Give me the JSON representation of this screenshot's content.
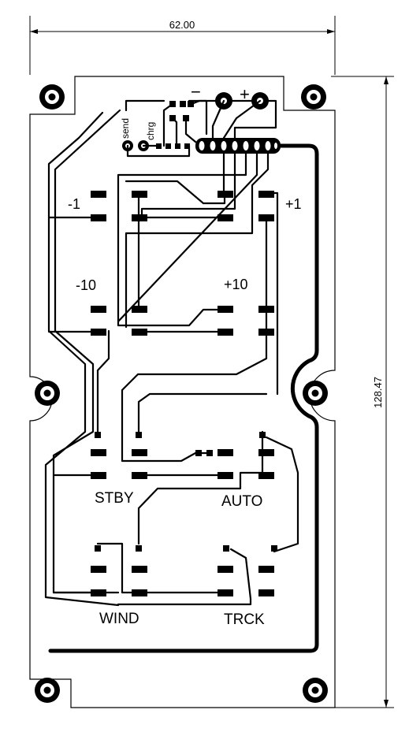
{
  "dimensions": {
    "width": "62.00",
    "height": "128.47"
  },
  "labels": {
    "send": "send",
    "chrg": "chrg",
    "minus": "−",
    "plus": "+",
    "minus1": "-1",
    "plus1": "+1",
    "minus10": "-10",
    "plus10": "+10",
    "stby": "STBY",
    "auto": "AUTO",
    "wind": "WIND",
    "trck": "TRCK"
  }
}
